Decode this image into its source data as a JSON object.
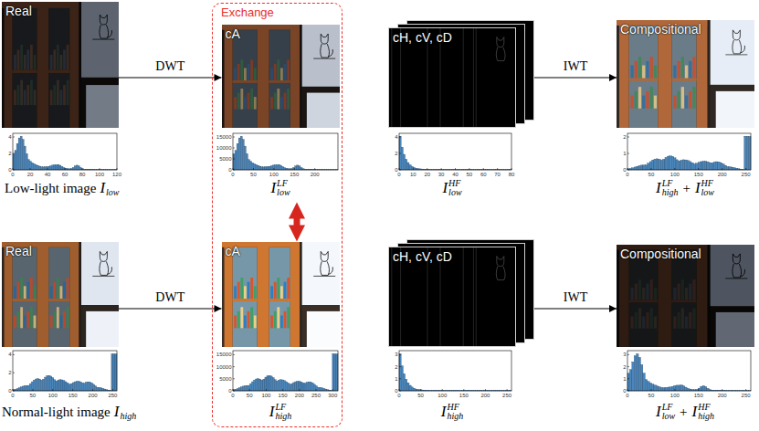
{
  "diagram": {
    "nodes": [
      {
        "text": [
          "Exchange"
        ]
      },
      {
        "text": [
          "Real"
        ]
      },
      {
        "text": [
          "cA"
        ],
        "in": 0
      },
      {
        "text": [
          "cH, cV, cD"
        ]
      },
      {
        "text": [
          "Compositional"
        ]
      },
      {
        "text": [
          "Real"
        ]
      },
      {
        "text": [
          "cA"
        ],
        "in": 0
      },
      {
        "text": [
          "cH, cV, cD"
        ]
      },
      {
        "text": [
          "Compositional"
        ]
      }
    ],
    "edges": [
      {
        "from": 1,
        "to": 2,
        "arrow": "to",
        "label": "DWT"
      },
      {
        "from": 3,
        "to": 4,
        "arrow": "to",
        "label": "IWT"
      },
      {
        "from": 2,
        "to": 6,
        "arrow": "both"
      },
      {
        "from": 5,
        "to": 6,
        "arrow": "to",
        "label": "DWT"
      },
      {
        "from": 7,
        "to": 8,
        "arrow": "to",
        "label": "IWT"
      }
    ],
    "labels": [
      "Low-light image",
      "I",
      "low",
      "I",
      "low",
      "LF",
      "I",
      "low",
      "HF",
      "I",
      "high",
      "LF",
      "+",
      "I",
      "low",
      "HF",
      "Normal-light image",
      "I",
      "high",
      "I",
      "high",
      "LF",
      "I",
      "high",
      "HF",
      "I",
      "low",
      "LF",
      "+",
      "I",
      "high",
      "HF",
      "0",
      "20",
      "40",
      "60",
      "80",
      "100",
      "120",
      "0",
      "2",
      "4",
      "0",
      "50",
      "100",
      "150",
      "200",
      "0",
      "5000",
      "10000",
      "15000",
      "0",
      "10",
      "20",
      "30",
      "40",
      "50",
      "60",
      "70",
      "80",
      "0",
      "2",
      "4",
      "0",
      "50",
      "100",
      "150",
      "200",
      "250",
      "0",
      "1",
      "2",
      "0",
      "50",
      "100",
      "150",
      "200",
      "250",
      "0",
      "2",
      "4",
      "0",
      "50",
      "100",
      "150",
      "200",
      "250",
      "300",
      "0",
      "5000",
      "10000",
      "15000",
      "0",
      "50",
      "100",
      "150",
      "200",
      "250",
      "0",
      "1",
      "2",
      "3",
      "0",
      "50",
      "100",
      "150",
      "200",
      "250",
      "0",
      "1",
      "2",
      "3"
    ]
  }
}
